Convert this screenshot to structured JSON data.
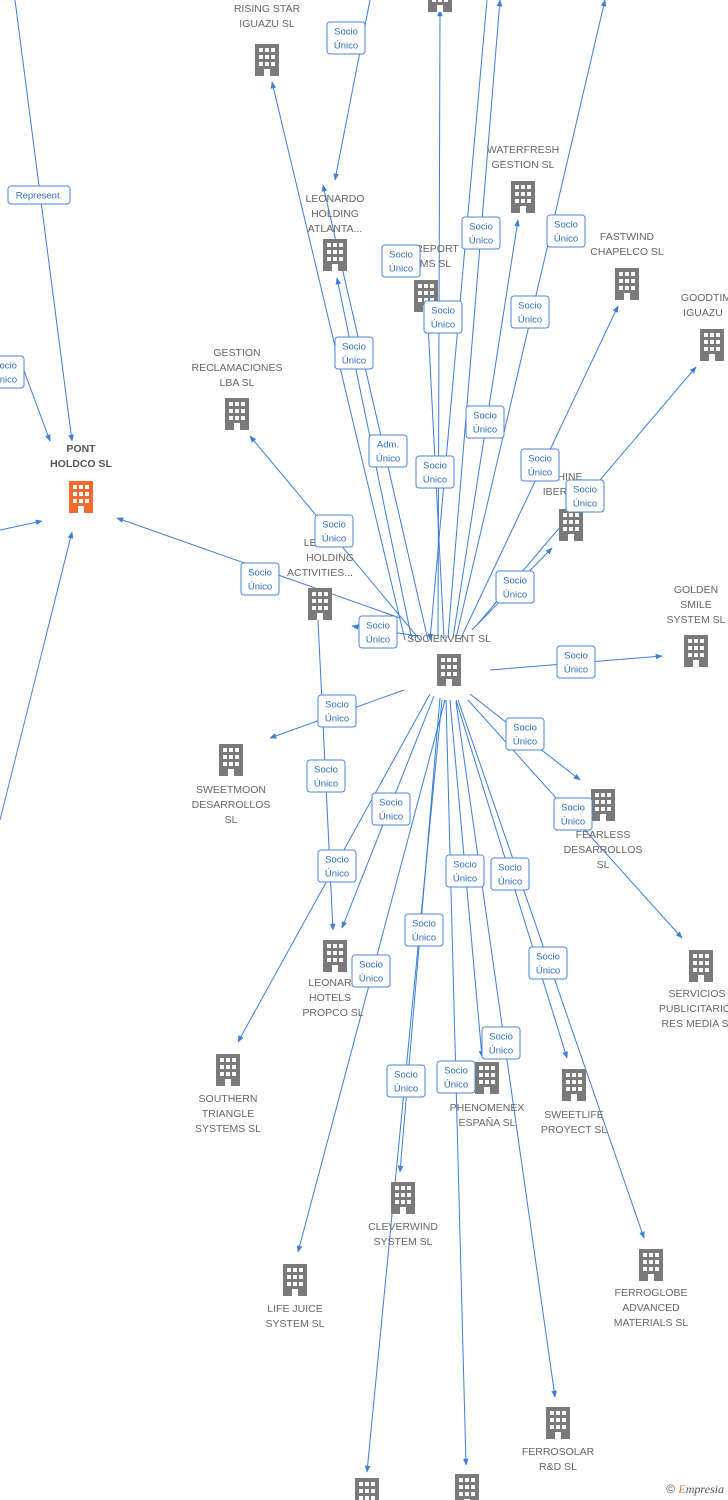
{
  "colors": {
    "edge": "#3d7fd6",
    "building": "#7a7a7a",
    "focus_building": "#f26a2e"
  },
  "nodes": [
    {
      "id": "rising_star",
      "label": [
        "RISING STAR",
        "IGUAZU  SL"
      ]
    },
    {
      "id": "leonardo_atl",
      "label": [
        "LEONARDO",
        "HOLDING",
        "ATLANTA..."
      ]
    },
    {
      "id": "waterfresh",
      "label": [
        "WATERFRESH",
        "GESTION  SL"
      ]
    },
    {
      "id": "report",
      "label": [
        "REPORT",
        "EMS  SL"
      ]
    },
    {
      "id": "fastwind",
      "label": [
        "FASTWIND",
        "CHAPELCO  SL"
      ]
    },
    {
      "id": "goodtime",
      "label": [
        "GOODTIM",
        "IGUAZU"
      ]
    },
    {
      "id": "gestion_recl",
      "label": [
        "GESTION",
        "RECLAMACIONES",
        "LBA  SL"
      ]
    },
    {
      "id": "pont",
      "label": [
        "PONT",
        "HOLDCO  SL"
      ],
      "focus": true
    },
    {
      "id": "shine",
      "label": [
        "HINE",
        "IBER"
      ]
    },
    {
      "id": "leonardo_act",
      "label": [
        "LEON",
        "HOLDING",
        "ACTIVITIES..."
      ]
    },
    {
      "id": "golden",
      "label": [
        "GOLDEN",
        "SMILE",
        "SYSTEM  SL"
      ]
    },
    {
      "id": "socienvent",
      "label": [
        "SOCIENVENT SL"
      ]
    },
    {
      "id": "sweetmoon",
      "label": [
        "SWEETMOON",
        "DESARROLLOS",
        "SL"
      ]
    },
    {
      "id": "fearless",
      "label": [
        "FEARLESS",
        "DESARROLLOS",
        "SL"
      ]
    },
    {
      "id": "servicios",
      "label": [
        "SERVICIOS",
        "PUBLICITARIO",
        "RES MEDIA  S"
      ]
    },
    {
      "id": "leonardo_hotels",
      "label": [
        "LEONAR",
        "HOTELS",
        "PROPCO  SL"
      ]
    },
    {
      "id": "southern",
      "label": [
        "SOUTHERN",
        "TRIANGLE",
        "SYSTEMS  SL"
      ]
    },
    {
      "id": "phenomenex",
      "label": [
        "PHENOMENEX",
        "ESPAÑA  SL"
      ]
    },
    {
      "id": "sweetlife",
      "label": [
        "SWEETLIFE",
        "PROYECT  SL"
      ]
    },
    {
      "id": "cleverwind",
      "label": [
        "CLEVERWIND",
        "SYSTEM  SL"
      ]
    },
    {
      "id": "lifejuice",
      "label": [
        "LIFE JUICE",
        "SYSTEM  SL"
      ]
    },
    {
      "id": "ferroglobe",
      "label": [
        "FERROGLOBE",
        "ADVANCED",
        "MATERIALS  SL"
      ]
    },
    {
      "id": "ferrosolar",
      "label": [
        "FERROSOLAR",
        "R&D  SL"
      ]
    },
    {
      "id": "bottom1",
      "label": []
    },
    {
      "id": "bottom2",
      "label": []
    },
    {
      "id": "top_c1",
      "label": []
    }
  ],
  "edge_labels": [
    [
      "Socio",
      "Único"
    ],
    [
      "Represent."
    ],
    [
      "Socio",
      "Único"
    ],
    [
      "Socio",
      "Único"
    ],
    [
      "Socio",
      "Único"
    ],
    [
      "Socio",
      "Único"
    ],
    [
      "Socio",
      "Único"
    ],
    [
      "Socio",
      "Único"
    ],
    [
      "Socio",
      "Único"
    ],
    [
      "Adm.",
      "Único"
    ],
    [
      "Socio",
      "Único"
    ],
    [
      "Socio",
      "Único"
    ],
    [
      "Socio",
      "Único"
    ],
    [
      "Socio",
      "Único"
    ],
    [
      "Socio",
      "Único"
    ],
    [
      "Socio",
      "Único"
    ],
    [
      "Socio",
      "Único"
    ],
    [
      "Socio",
      "Único"
    ],
    [
      "Socio",
      "Único"
    ],
    [
      "Socio",
      "Único"
    ],
    [
      "Socio",
      "Único"
    ],
    [
      "Socio",
      "Único"
    ],
    [
      "Socio",
      "Único"
    ],
    [
      "Socio",
      "Único"
    ],
    [
      "Socio",
      "Único"
    ],
    [
      "Socio",
      "Único"
    ],
    [
      "Socio",
      "Único"
    ],
    [
      "Socio",
      "Único"
    ],
    [
      "Socio",
      "Único"
    ],
    [
      "Socio",
      "Único"
    ],
    [
      "Socio",
      "Único"
    ],
    [
      "Socio",
      "Único"
    ],
    [
      "Socio",
      "Único"
    ]
  ],
  "footer": {
    "copyright": "©",
    "brand_first": "E",
    "brand_rest": "mpresia"
  }
}
